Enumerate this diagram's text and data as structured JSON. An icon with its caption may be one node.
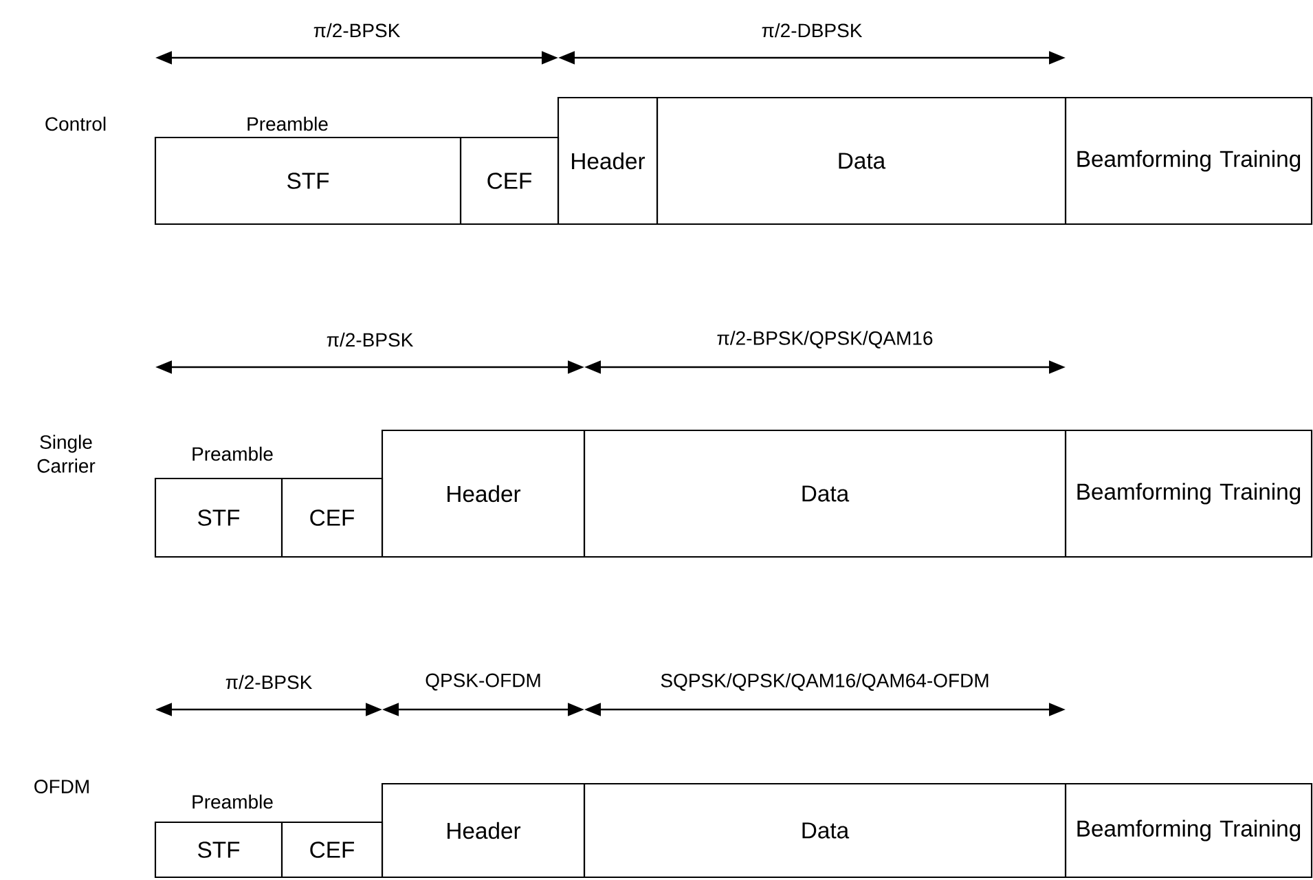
{
  "diagram": {
    "nodes": [
      {
        "text": [
          "STF"
        ]
      },
      {
        "text": [
          "CEF"
        ]
      },
      {
        "text": [
          "Header"
        ]
      },
      {
        "text": [
          "Data"
        ]
      },
      {
        "text": [
          "Beamforming Training"
        ]
      },
      {
        "text": [
          "STF"
        ]
      },
      {
        "text": [
          "CEF"
        ]
      },
      {
        "text": [
          "Header"
        ]
      },
      {
        "text": [
          "Data"
        ]
      },
      {
        "text": [
          "Beamforming Training"
        ]
      },
      {
        "text": [
          "STF"
        ]
      },
      {
        "text": [
          "CEF"
        ]
      },
      {
        "text": [
          "Header"
        ]
      },
      {
        "text": [
          "Data"
        ]
      },
      {
        "text": [
          "Beamforming Training"
        ]
      }
    ],
    "labels": [
      "π/2-BPSK",
      "π/2-DBPSK",
      "Control",
      "Preamble",
      "π/2-BPSK",
      "π/2-BPSK/QPSK/QAM16",
      "Single Carrier",
      "Preamble",
      "π/2-BPSK",
      "QPSK-OFDM",
      "SQPSK/QPSK/QAM16/QAM64-OFDM",
      "OFDM",
      "Preamble"
    ]
  }
}
